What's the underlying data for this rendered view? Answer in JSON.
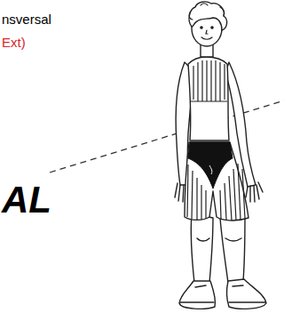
{
  "diagram": {
    "labels": [
      "nsversal",
      "Ext)",
      "AL"
    ]
  }
}
